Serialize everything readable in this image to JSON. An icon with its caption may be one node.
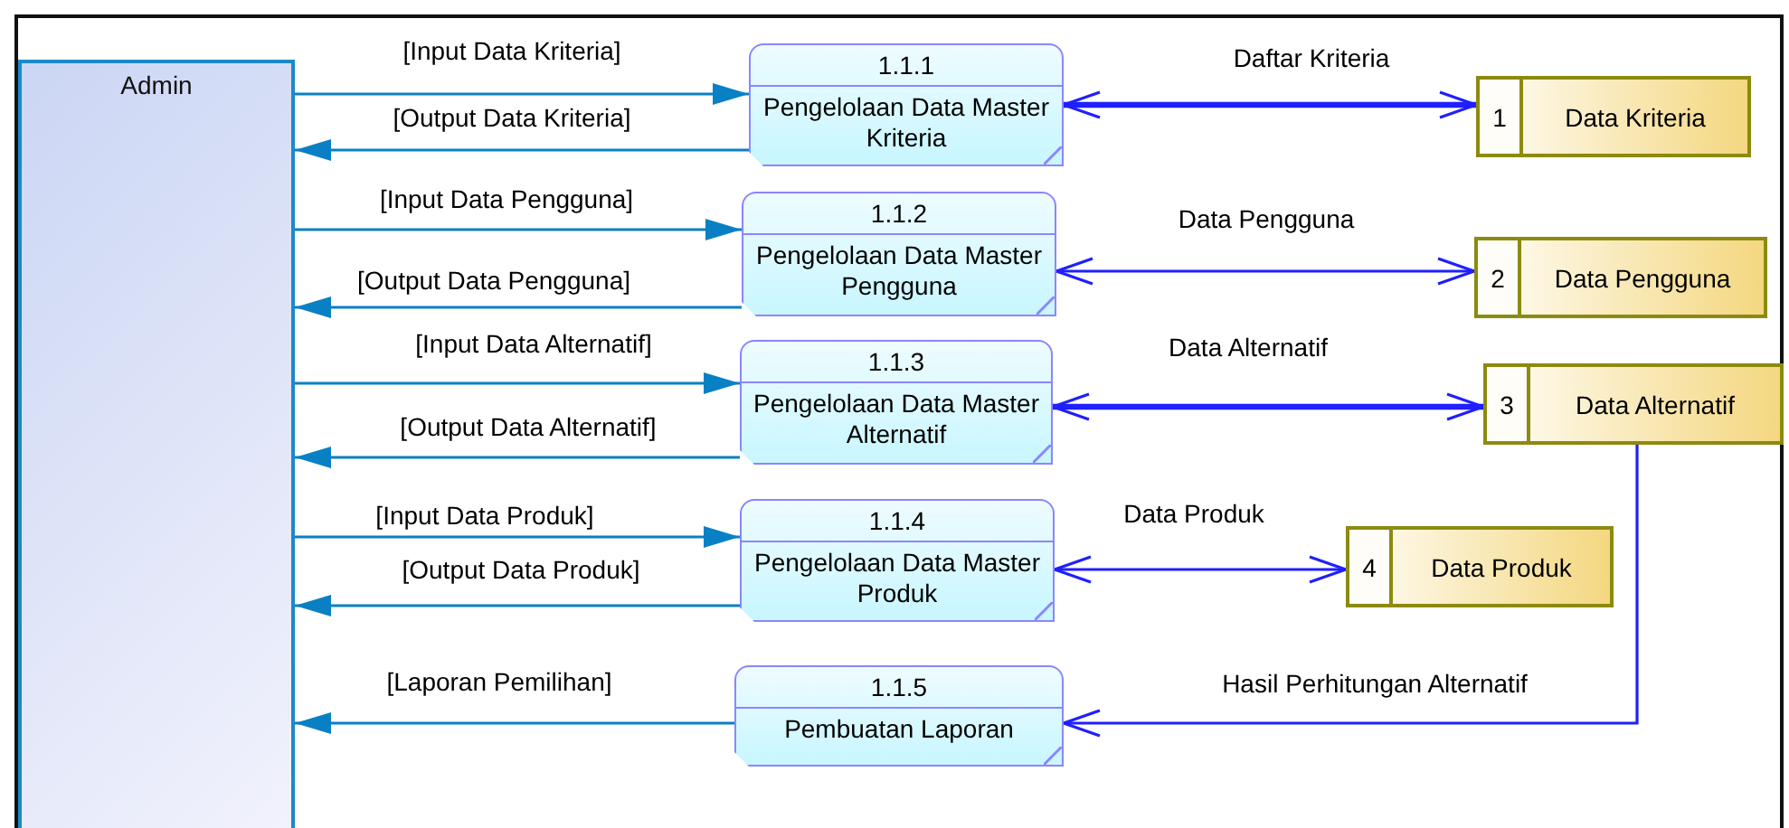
{
  "diagram": {
    "nodes": [
      {
        "text": [
          "Admin"
        ]
      },
      {
        "text": [
          "1.1.1",
          "Pengelolaan Data Master Kriteria"
        ]
      },
      {
        "text": [
          "1.1.2",
          "Pengelolaan Data Master Pengguna"
        ]
      },
      {
        "text": [
          "1.1.3",
          "Pengelolaan Data Master Alternatif"
        ]
      },
      {
        "text": [
          "1.1.4",
          "Pengelolaan Data Master Produk"
        ]
      },
      {
        "text": [
          "1.1.5",
          "Pembuatan Laporan"
        ]
      },
      {
        "text": [
          "1",
          "Data Kriteria"
        ]
      },
      {
        "text": [
          "2",
          "Data Pengguna"
        ]
      },
      {
        "text": [
          "3",
          "Data Alternatif"
        ]
      },
      {
        "text": [
          "4",
          "Data Produk"
        ]
      }
    ],
    "edges": [
      {
        "from": 0,
        "to": 1,
        "arrow": "to",
        "label": "[Input Data Kriteria]"
      },
      {
        "from": 1,
        "to": 0,
        "arrow": "to",
        "label": "[Output Data Kriteria]"
      },
      {
        "from": 0,
        "to": 2,
        "arrow": "to",
        "label": "[Input Data Pengguna]"
      },
      {
        "from": 2,
        "to": 0,
        "arrow": "to",
        "label": "[Output Data Pengguna]"
      },
      {
        "from": 0,
        "to": 3,
        "arrow": "to",
        "label": "[Input Data Alternatif]"
      },
      {
        "from": 3,
        "to": 0,
        "arrow": "to",
        "label": "[Output Data Alternatif]"
      },
      {
        "from": 0,
        "to": 4,
        "arrow": "to",
        "label": "[Input Data Produk]"
      },
      {
        "from": 4,
        "to": 0,
        "arrow": "to",
        "label": "[Output Data Produk]"
      },
      {
        "from": 5,
        "to": 0,
        "arrow": "to",
        "label": "[Laporan Pemilihan]"
      },
      {
        "from": 1,
        "to": 6,
        "arrow": "both",
        "label": "Daftar Kriteria",
        "style": "thick",
        "color": "#1f1fff"
      },
      {
        "from": 2,
        "to": 7,
        "arrow": "both",
        "label": "Data Pengguna",
        "color": "#1f1fff"
      },
      {
        "from": 3,
        "to": 8,
        "arrow": "both",
        "label": "Data Alternatif",
        "style": "thick",
        "color": "#1f1fff"
      },
      {
        "from": 4,
        "to": 9,
        "arrow": "both",
        "label": "Data Produk",
        "color": "#1f1fff"
      },
      {
        "from": 8,
        "to": 5,
        "arrow": "to",
        "label": "Hasil Perhitungan Alternatif",
        "color": "#1f1fff"
      }
    ]
  }
}
